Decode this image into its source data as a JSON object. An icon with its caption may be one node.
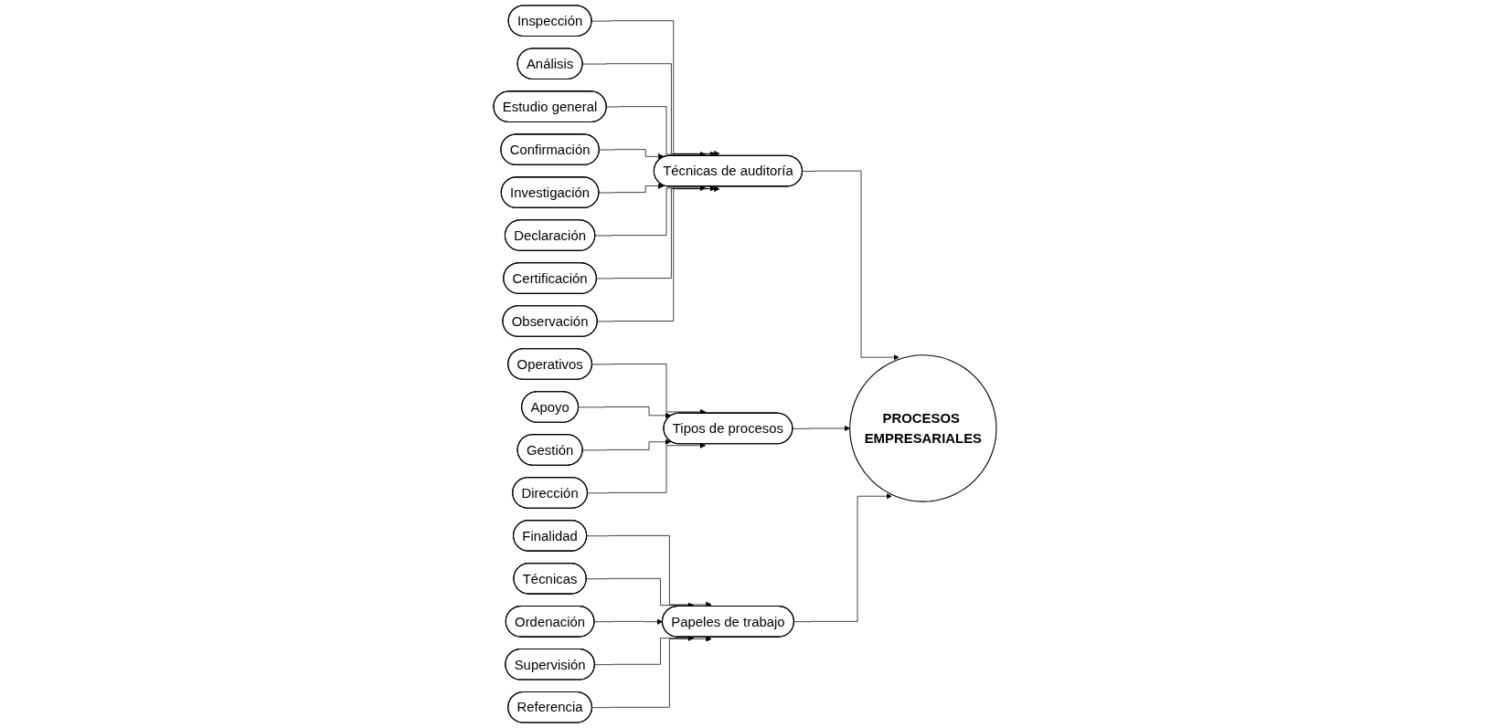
{
  "diagram": {
    "nodes": [
      {
        "text": [
          "PROCESOS EMPRESARIALES"
        ]
      },
      {
        "text": [
          "Técnicas de auditoría"
        ]
      },
      {
        "text": [
          "Inspección"
        ]
      },
      {
        "text": [
          "Análisis"
        ]
      },
      {
        "text": [
          "Estudio general"
        ]
      },
      {
        "text": [
          "Confirmación"
        ]
      },
      {
        "text": [
          "Investigación"
        ]
      },
      {
        "text": [
          "Declaración"
        ]
      },
      {
        "text": [
          "Certificación"
        ]
      },
      {
        "text": [
          "Observación"
        ]
      },
      {
        "text": [
          "Tipos de procesos"
        ]
      },
      {
        "text": [
          "Operativos"
        ]
      },
      {
        "text": [
          "Apoyo"
        ]
      },
      {
        "text": [
          "Gestión"
        ]
      },
      {
        "text": [
          "Dirección"
        ]
      },
      {
        "text": [
          "Papeles de trabajo"
        ]
      },
      {
        "text": [
          "Finalidad"
        ]
      },
      {
        "text": [
          "Técnicas"
        ]
      },
      {
        "text": [
          "Ordenación"
        ]
      },
      {
        "text": [
          "Supervisión"
        ]
      },
      {
        "text": [
          "Referencia"
        ]
      }
    ],
    "edges": [
      {
        "from": 2,
        "to": 1,
        "arrow": "to"
      },
      {
        "from": 3,
        "to": 1,
        "arrow": "to"
      },
      {
        "from": 4,
        "to": 1,
        "arrow": "to"
      },
      {
        "from": 5,
        "to": 1,
        "arrow": "to"
      },
      {
        "from": 6,
        "to": 1,
        "arrow": "to"
      },
      {
        "from": 7,
        "to": 1,
        "arrow": "to"
      },
      {
        "from": 8,
        "to": 1,
        "arrow": "to"
      },
      {
        "from": 9,
        "to": 1,
        "arrow": "to"
      },
      {
        "from": 1,
        "to": 0,
        "arrow": "to"
      },
      {
        "from": 11,
        "to": 10,
        "arrow": "to"
      },
      {
        "from": 12,
        "to": 10,
        "arrow": "to"
      },
      {
        "from": 13,
        "to": 10,
        "arrow": "to"
      },
      {
        "from": 14,
        "to": 10,
        "arrow": "to"
      },
      {
        "from": 10,
        "to": 0,
        "arrow": "to"
      },
      {
        "from": 16,
        "to": 15,
        "arrow": "to"
      },
      {
        "from": 17,
        "to": 15,
        "arrow": "to"
      },
      {
        "from": 18,
        "to": 15,
        "arrow": "to"
      },
      {
        "from": 19,
        "to": 15,
        "arrow": "to"
      },
      {
        "from": 20,
        "to": 15,
        "arrow": "to"
      },
      {
        "from": 15,
        "to": 0,
        "arrow": "to"
      }
    ]
  }
}
